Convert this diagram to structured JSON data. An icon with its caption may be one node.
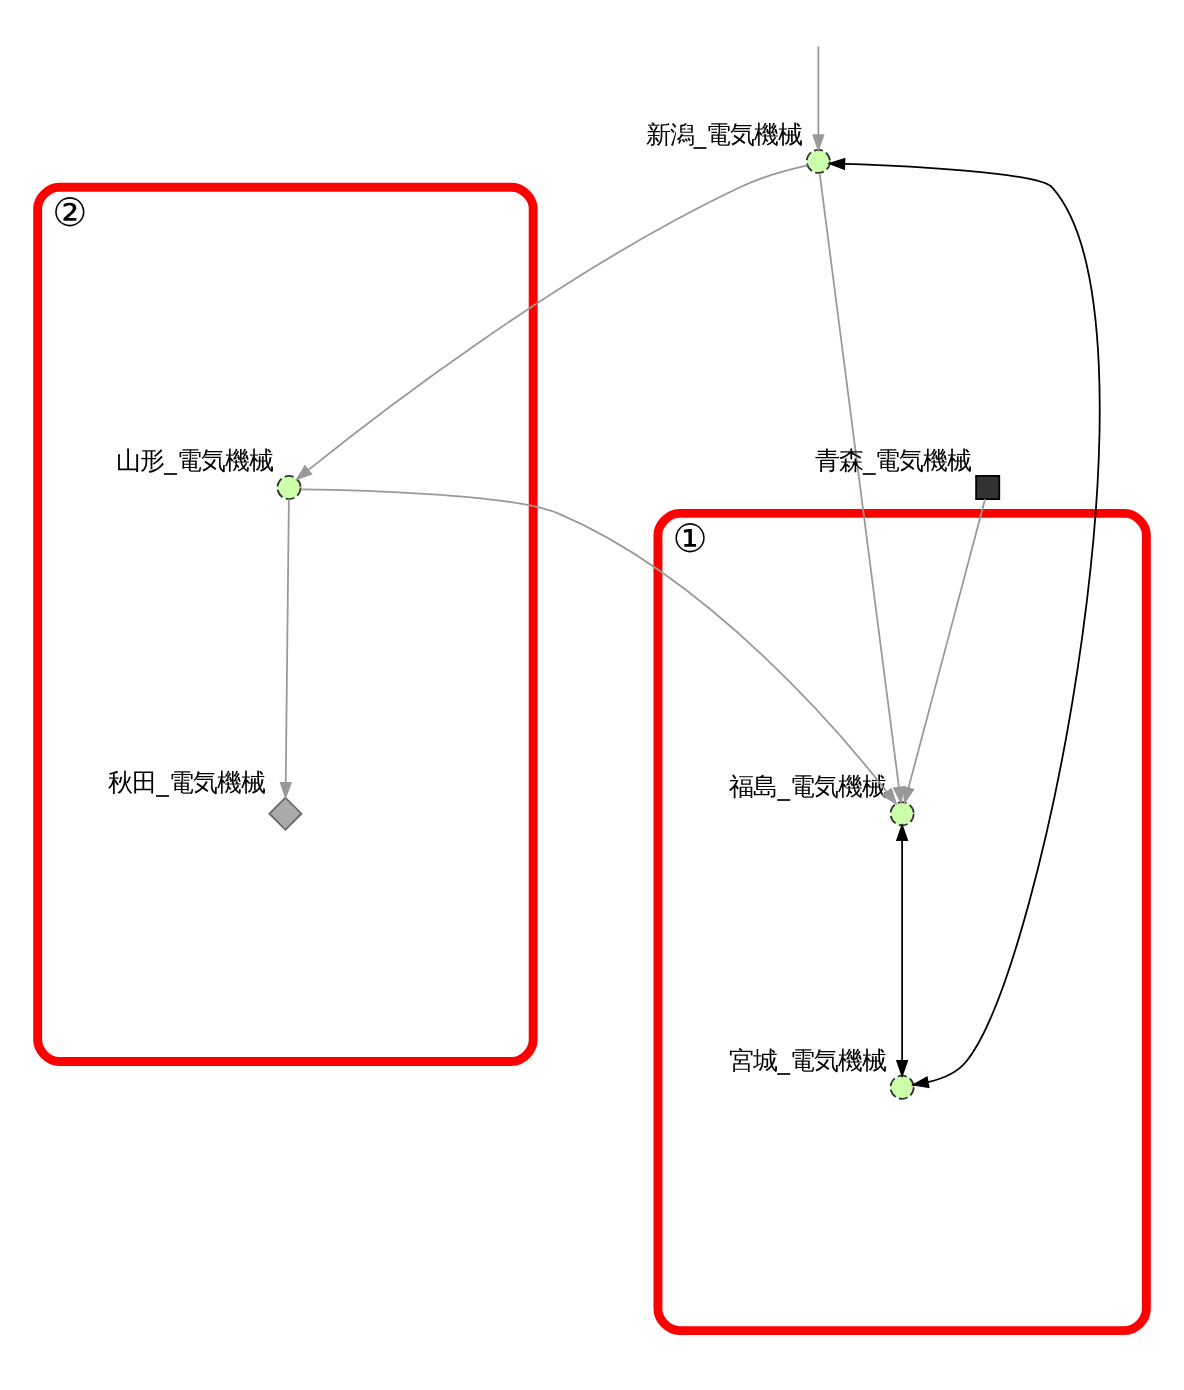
{
  "diagram": {
    "nodes": [
      {
        "text": [
          "②"
        ]
      },
      {
        "text": [],
        "shape": "diamond",
        "beside": [
          "秋田_電気機械"
        ],
        "in": 0
      },
      {
        "text": [],
        "shape": "circle",
        "beside": [
          "山形_電気機械"
        ],
        "in": 0
      },
      {
        "text": [],
        "shape": "circle",
        "beside": [
          "新潟_電気機械"
        ]
      },
      {
        "text": [
          "①"
        ]
      },
      {
        "text": [],
        "shape": "circle",
        "beside": [
          "福島_電気機械"
        ],
        "in": 4
      },
      {
        "text": [],
        "shape": "circle",
        "beside": [
          "宮城_電気機械"
        ],
        "in": 4
      },
      {
        "text": [],
        "shape": "box",
        "beside": [
          "青森_電気機械"
        ]
      }
    ],
    "edges": [
      {
        "from": null,
        "to": 3,
        "arrow": "to"
      },
      {
        "from": 3,
        "to": 2,
        "arrow": "to"
      },
      {
        "from": 2,
        "to": 1,
        "arrow": "to"
      },
      {
        "from": 2,
        "to": 5,
        "arrow": "to"
      },
      {
        "from": 3,
        "to": 5,
        "arrow": "to"
      },
      {
        "from": 3,
        "to": 6,
        "arrow": "both",
        "color": "#000000"
      },
      {
        "from": 5,
        "to": 6,
        "arrow": "both",
        "color": "#000000"
      },
      {
        "from": 7,
        "to": 5,
        "arrow": "to"
      }
    ]
  }
}
